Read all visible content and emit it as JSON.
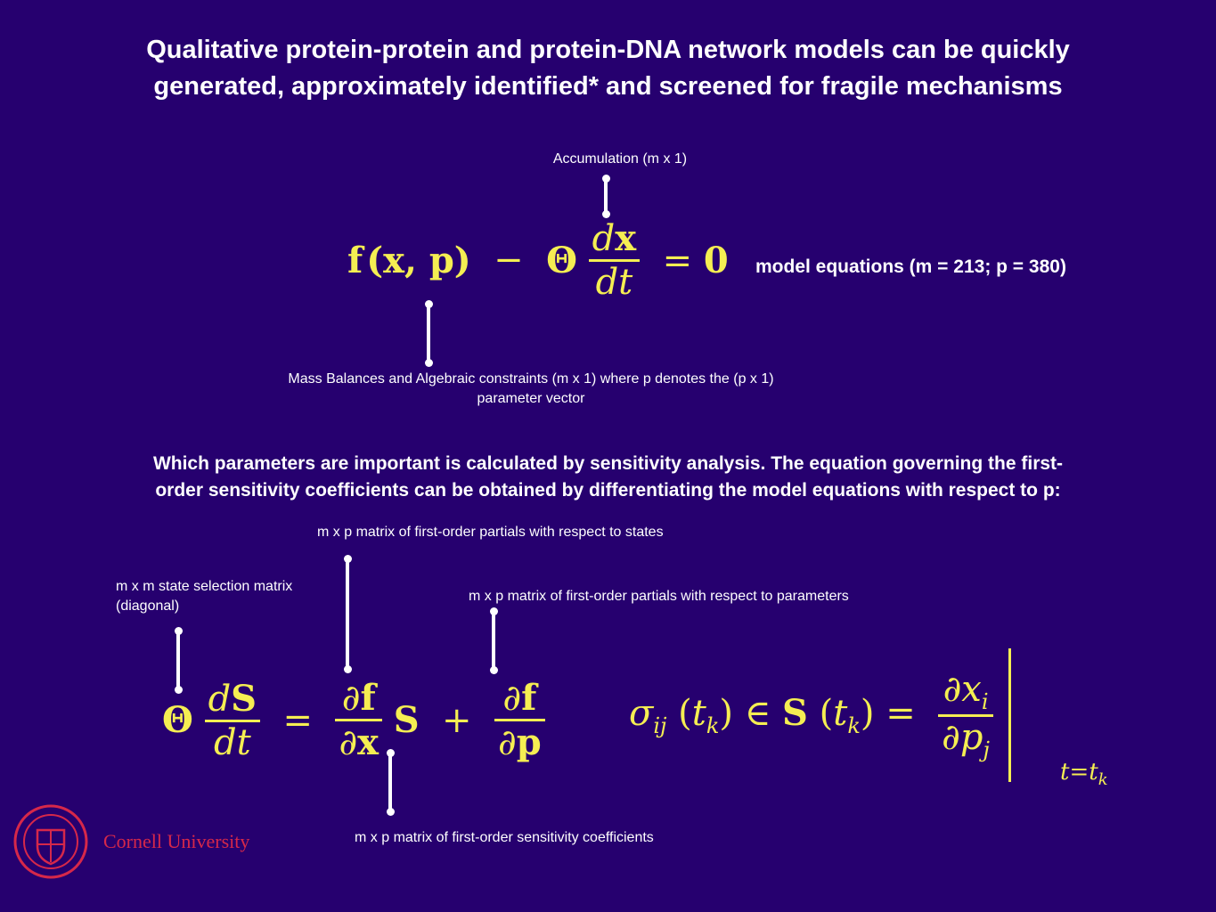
{
  "slide": {
    "title_line1": "Qualitative protein-protein and protein-DNA network models can be quickly",
    "title_line2": "generated, approximately identified* and screened for fragile mechanisms",
    "labels": {
      "accumulation": "Accumulation (m x 1)",
      "model_equations": "model equations (m = 213; p = 380)",
      "mass_balances_line1": "Mass Balances and Algebraic constraints (m x 1) where p denotes the (p x 1)",
      "mass_balances_line2": "parameter vector",
      "intro_line1": "Which parameters are important is calculated by sensitivity analysis. The equation governing the first-",
      "intro_line2": "order sensitivity coefficients can be obtained by differentiating the model equations with respect to p:",
      "partials_states": "m x p matrix of first-order partials with respect to states",
      "state_selection_line1": "m x m state selection matrix",
      "state_selection_line2": "(diagonal)",
      "partials_params": "m x p matrix of first-order partials with respect to parameters",
      "sensitivity_coeffs": "m x p matrix of first-order sensitivity coefficients"
    },
    "logo": {
      "text": "Cornell University",
      "color": "#d6284a"
    },
    "colors": {
      "background": "#26006f",
      "equation": "#f5ee52",
      "text": "#ffffff"
    }
  }
}
